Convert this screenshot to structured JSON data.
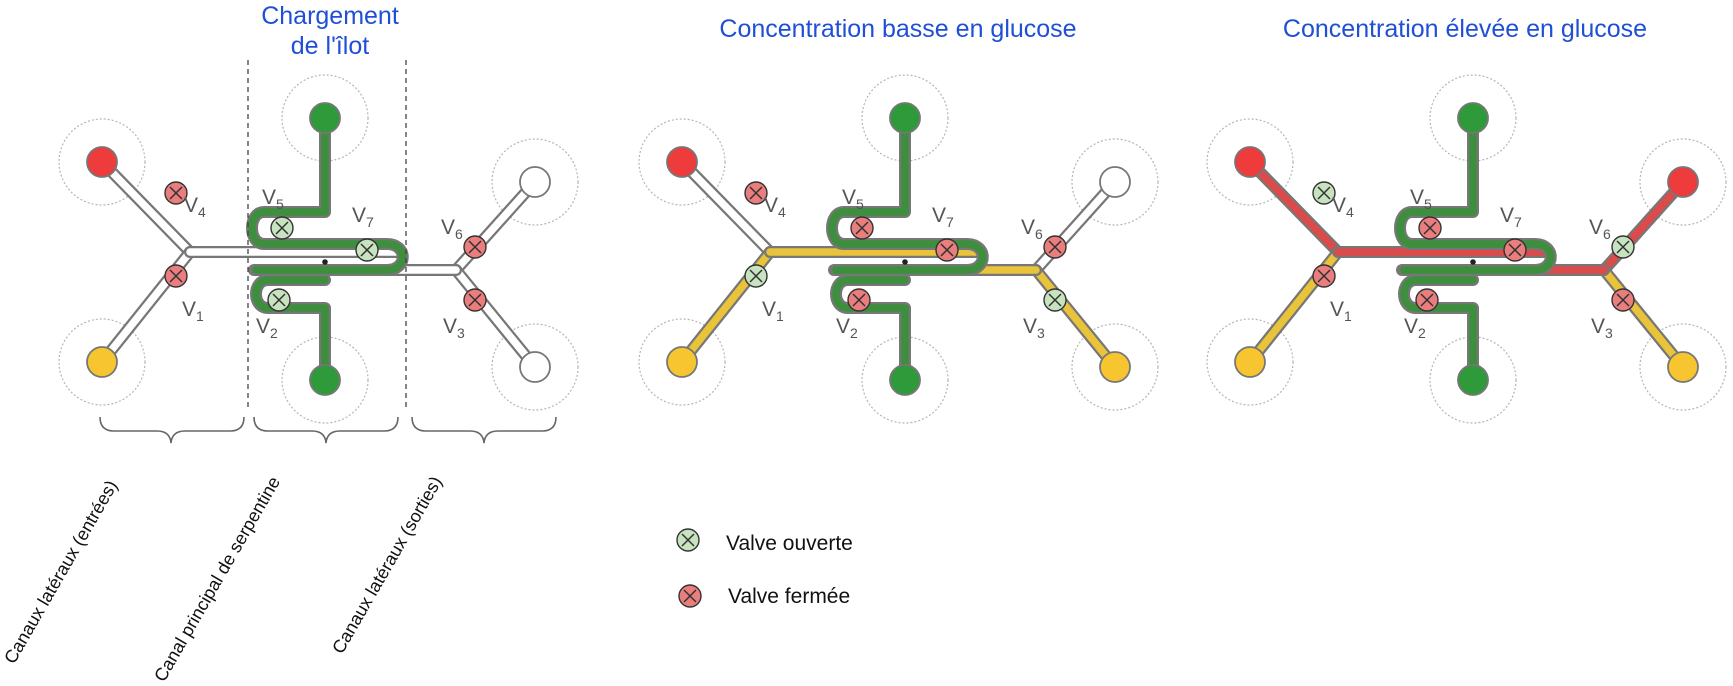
{
  "colors": {
    "title": "#1f4fd6",
    "inlet_red": "#ee3b3b",
    "inlet_yellow": "#f6c530",
    "green_flow": "#3d8e3d",
    "green_port": "#2f9a3a",
    "red_flow": "#dc4a4a",
    "yellow_flow": "#e9c33a",
    "empty_channel": "#ffffff",
    "channel_border": "#777777",
    "valve_open_fill": "#c7e3bf",
    "valve_closed_fill": "#ea7d7d"
  },
  "panels": [
    {
      "title_lines": [
        "Chargement",
        "de l'îlot"
      ],
      "valves": {
        "V1": "closed",
        "V2": "open",
        "V3": "closed",
        "V4": "closed",
        "V5": "open",
        "V6": "closed",
        "V7": "open"
      },
      "ports": {
        "left_top": "red",
        "left_bottom": "yellow",
        "center_top": "green",
        "center_bottom": "green",
        "right_top": "empty",
        "right_bottom": "empty"
      }
    },
    {
      "title_lines": [
        "Concentration basse en glucose"
      ],
      "valves": {
        "V1": "open",
        "V2": "closed",
        "V3": "open",
        "V4": "closed",
        "V5": "closed",
        "V6": "closed",
        "V7": "closed"
      },
      "ports": {
        "left_top": "red",
        "left_bottom": "yellow",
        "center_top": "green",
        "center_bottom": "green",
        "right_top": "empty",
        "right_bottom": "yellow"
      }
    },
    {
      "title_lines": [
        "Concentration élevée en glucose"
      ],
      "valves": {
        "V1": "closed",
        "V2": "closed",
        "V3": "closed",
        "V4": "open",
        "V5": "closed",
        "V6": "open",
        "V7": "closed"
      },
      "ports": {
        "left_top": "red",
        "left_bottom": "yellow",
        "center_top": "green",
        "center_bottom": "green",
        "right_top": "red",
        "right_bottom": "yellow"
      }
    }
  ],
  "valve_labels": {
    "V1": {
      "letter": "V",
      "sub": "1"
    },
    "V2": {
      "letter": "V",
      "sub": "2"
    },
    "V3": {
      "letter": "V",
      "sub": "3"
    },
    "V4": {
      "letter": "V",
      "sub": "4"
    },
    "V5": {
      "letter": "V",
      "sub": "5"
    },
    "V6": {
      "letter": "V",
      "sub": "6"
    },
    "V7": {
      "letter": "V",
      "sub": "7"
    }
  },
  "region_labels": [
    "Canaux latéraux (entrées)",
    "Canal principal de serpentine",
    "Canaux latéraux (sorties)"
  ],
  "legend": {
    "open_label": "Valve ouverte",
    "closed_label": "Valve fermée"
  }
}
